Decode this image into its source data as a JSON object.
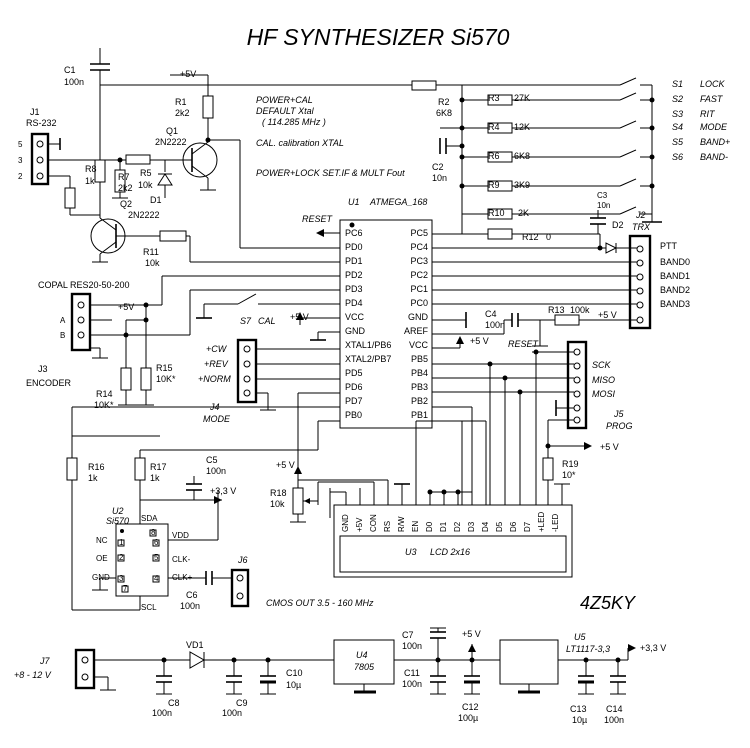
{
  "title": "HF SYNTHESIZER Si570",
  "callsign": "4Z5KY",
  "notes": {
    "powercal": "POWER+CAL",
    "default_xtal": "DEFAULT Xtal",
    "xtal_freq": "( 114.285 MHz )",
    "cal_xtal": "CAL. calibration XTAL",
    "power_lock": "POWER+LOCK SET.IF & MULT Fout",
    "cmos_out": "CMOS OUT 3.5 - 160 MHz"
  },
  "nets": {
    "plus5": "+5V",
    "plus5b": "+5 V",
    "plus33": "+3,3 V",
    "reset": "RESET",
    "cw": "+CW",
    "rev": "+REV",
    "norm": "+NORM",
    "ptt": "PTT",
    "band0": "BAND0",
    "band1": "BAND1",
    "band2": "BAND2",
    "band3": "BAND3",
    "sck": "SCK",
    "miso": "MISO",
    "mosi": "MOSI",
    "copal": "COPAL RES20-50-200",
    "enc_a": "A",
    "enc_b": "B",
    "range": "+8 - 12 V",
    "z12": "0"
  },
  "mcu": {
    "ref": "U1",
    "name": "ATMEGA_168",
    "left_pins": [
      "PC6",
      "PD0",
      "PD1",
      "PD2",
      "PD3",
      "PD4",
      "VCC",
      "GND",
      "XTAL1/PB6",
      "XTAL2/PB7",
      "PD5",
      "PD6",
      "PD7",
      "PB0"
    ],
    "right_pins": [
      "PC5",
      "PC4",
      "PC3",
      "PC2",
      "PC1",
      "PC0",
      "GND",
      "AREF",
      "VCC",
      "PB5",
      "PB4",
      "PB3",
      "PB2",
      "PB1"
    ]
  },
  "lcd": {
    "ref": "U3",
    "name": "LCD 2x16",
    "pins": [
      "GND",
      "+5V",
      "CON",
      "RS",
      "R/W",
      "EN",
      "D0",
      "D1",
      "D2",
      "D3",
      "D4",
      "D5",
      "D6",
      "D7",
      "+LED",
      "-LED"
    ]
  },
  "si570": {
    "ref": "U2",
    "name": "Si570",
    "pins_left": [
      "NC",
      "OE",
      "GND"
    ],
    "pins_right": [
      "VDD",
      "CLK-",
      "CLK+"
    ],
    "sda": "SDA",
    "scl": "SCL",
    "nums": [
      "1",
      "2",
      "3",
      "4",
      "5",
      "6",
      "7",
      "8"
    ]
  },
  "connectors": {
    "j1": "J1",
    "j1_name": "RS-232",
    "j1_pins": [
      "5",
      "3",
      "2"
    ],
    "j2": "J2",
    "j2_name": "TRX",
    "j3": "J3",
    "j3_name": "ENCODER",
    "j4": "J4",
    "j4_name": "MODE",
    "j5": "J5",
    "j5_name": "PROG",
    "j6": "J6",
    "j7": "J7"
  },
  "switches": {
    "s_refs": [
      "S1",
      "S2",
      "S3",
      "S4",
      "S5",
      "S6"
    ],
    "s_names": [
      "LOCK",
      "FAST",
      "RIT",
      "MODE",
      "BAND+",
      "BAND-"
    ],
    "s7": "S7",
    "s7_name": "CAL"
  },
  "parts": {
    "c1": "C1",
    "c1v": "100n",
    "r1": "R1",
    "r1v": "2k2",
    "q1": "Q1",
    "q1v": "2N2222",
    "q2": "Q2",
    "q2v": "2N2222",
    "d1": "D1",
    "r5": "R5",
    "r5v": "10k",
    "r7": "R7",
    "r7v": "2k2",
    "r8": "R8",
    "r8v": "1k",
    "r11": "R11",
    "r11v": "10k",
    "r2": "R2",
    "r2v": "6K8",
    "r3": "R3",
    "r3v": "27K",
    "r4": "R4",
    "r4v": "12K",
    "r6": "R6",
    "r6v": "6K8",
    "r9": "R9",
    "r9v": "3K9",
    "r10": "R10",
    "r10v": "2K",
    "r12": "R12",
    "c2": "C2",
    "c2v": "10n",
    "c3": "C3",
    "c3v": "10n",
    "d2": "D2",
    "c4": "C4",
    "c4v": "100n",
    "r13": "R13",
    "r13v": "100k",
    "r14": "R14",
    "r14v": "10K*",
    "r15": "R15",
    "r15v": "10K*",
    "r16": "R16",
    "r16v": "1k",
    "r17": "R17",
    "r17v": "1k",
    "c5": "C5",
    "c5v": "100n",
    "c6": "C6",
    "c6v": "100n",
    "r18": "R18",
    "r18v": "10k",
    "r19": "R19",
    "r19v": "10*",
    "vd1": "VD1",
    "c7": "C7",
    "c7v": "100n",
    "c8": "C8",
    "c8v": "100n",
    "c9": "C9",
    "c9v": "100n",
    "c10": "C10",
    "c10v": "10µ",
    "c11": "C11",
    "c11v": "100n",
    "c12": "C12",
    "c12v": "100µ",
    "c13": "C13",
    "c13v": "10µ",
    "c14": "C14",
    "c14v": "100n",
    "u4": "U4",
    "u4v": "7805",
    "u5": "U5",
    "u5v": "LT1117-3,3"
  }
}
